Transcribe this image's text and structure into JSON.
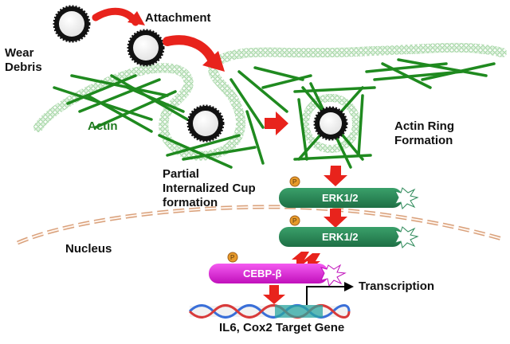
{
  "labels": {
    "wear_debris": [
      "Wear",
      "Debris"
    ],
    "attachment": "Attachment",
    "actin": "Actin",
    "actin_ring": [
      "Actin Ring",
      "Formation"
    ],
    "partial_cup": [
      "Partial",
      "Internalized Cup",
      "formation"
    ],
    "nucleus": "Nucleus",
    "erk_upper": "ERK1/2",
    "erk_lower": "ERK1/2",
    "cebp": "CEBP-β",
    "transcription": "Transcription",
    "target_gene": "IL6, Cox2 Target Gene",
    "phospho": [
      "P",
      "P",
      "P"
    ]
  },
  "colors": {
    "actin_green": "#1f8a1f",
    "arrow_red": "#e8231c",
    "erk_fill": "#2e8a5a",
    "cebp_fill": "#e81ce0",
    "phospho_fill": "#e79a2a",
    "membrane": "#9fd39f",
    "nucleus_border": "#d9a07a"
  }
}
